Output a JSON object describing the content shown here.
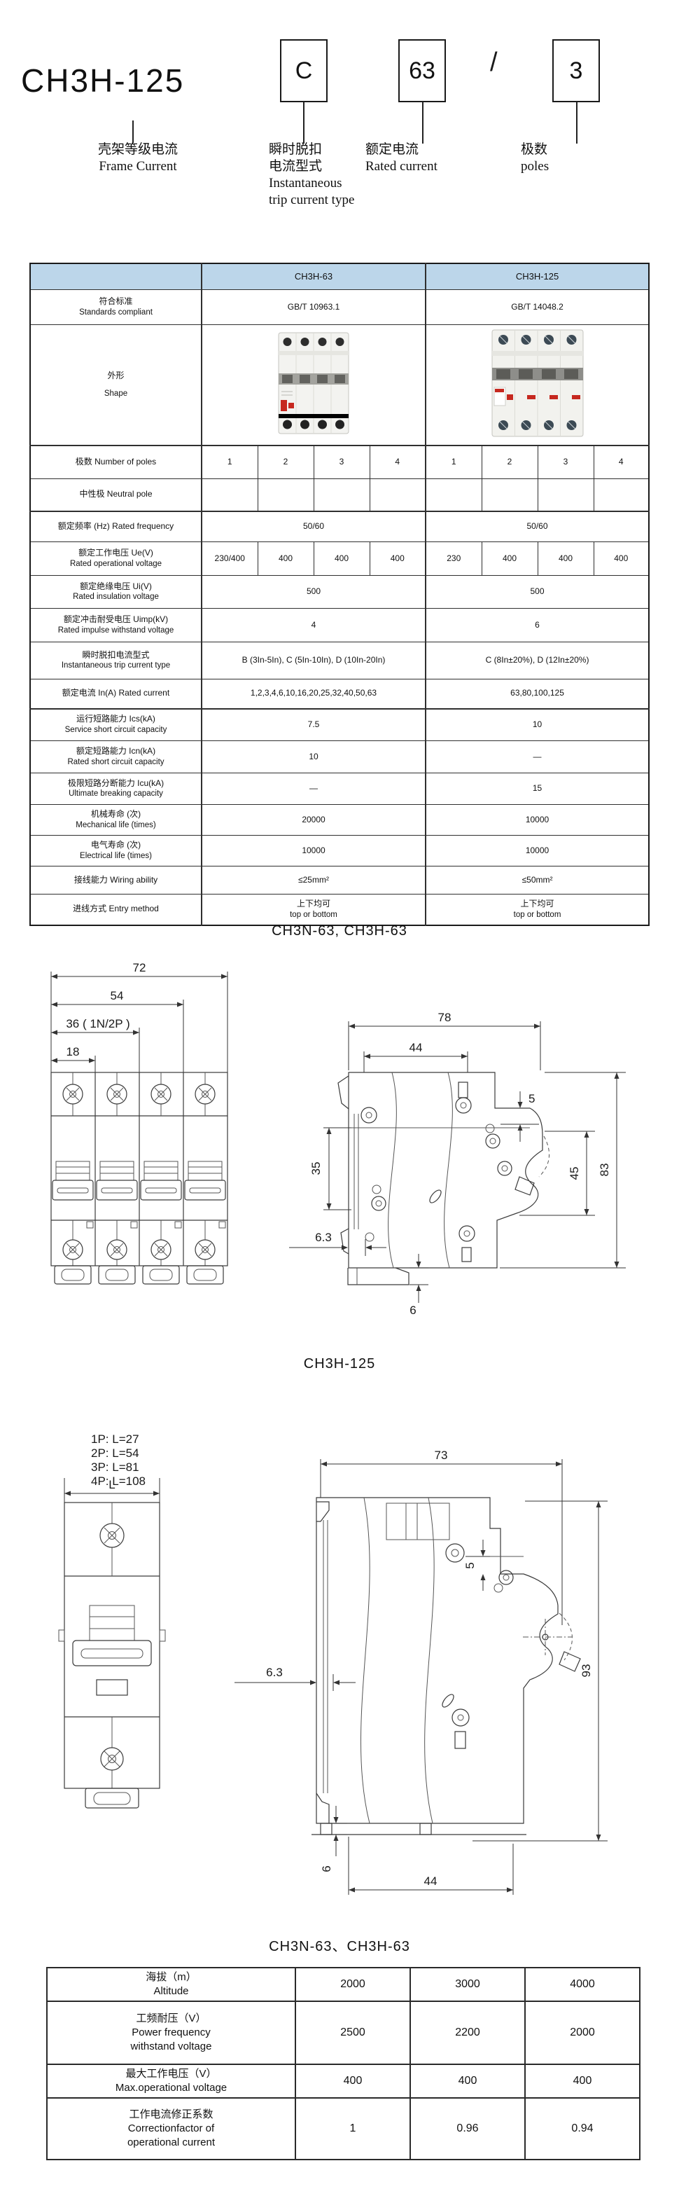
{
  "colors": {
    "header_blue": "#bcd6ea",
    "accent_red": "#c6281f"
  },
  "header": {
    "model": "CH3H-125",
    "box_c": "C",
    "box_current": "63",
    "slash": "/",
    "box_poles": "3",
    "annotations": [
      {
        "lines": [
          "壳架等级电流",
          "Frame Current"
        ]
      },
      {
        "lines": [
          "瞬时脱扣",
          "电流型式",
          "Instantaneous",
          "trip current type"
        ]
      },
      {
        "lines": [
          "额定电流",
          "Rated current"
        ]
      },
      {
        "lines": [
          "极数",
          "poles"
        ]
      }
    ]
  },
  "spec": {
    "header": {
      "col63": "CH3H-63",
      "col125": "CH3H-125"
    },
    "rows": {
      "standards": {
        "zh": "符合标准",
        "en": "Standards compliant",
        "v63": "GB/T 10963.1",
        "v125": "GB/T 14048.2"
      },
      "shape": {
        "zh": "外形",
        "en": "Shape"
      },
      "poles": {
        "label": "极数 Number of poles",
        "cells": [
          "1",
          "2",
          "3",
          "4",
          "1",
          "2",
          "3",
          "4"
        ]
      },
      "neutral": {
        "label": "中性极 Neutral pole"
      },
      "frequency": {
        "label": "额定频率 (Hz) Rated frequency",
        "v63": "50/60",
        "v125": "50/60"
      },
      "ue": {
        "zh": "额定工作电压 Ue(V)",
        "en": "Rated operational voltage",
        "cells": [
          "230/400",
          "400",
          "400",
          "400",
          "230",
          "400",
          "400",
          "400"
        ]
      },
      "ui": {
        "zh": "额定绝缘电压 Ui(V)",
        "en": "Rated insulation voltage",
        "v63": "500",
        "v125": "500"
      },
      "uimp": {
        "zh": "额定冲击耐受电压 Uimp(kV)",
        "en": "Rated impulse withstand voltage",
        "v63": "4",
        "v125": "6"
      },
      "trip": {
        "zh": "瞬时脱扣电流型式",
        "en": "Instantaneous trip current type",
        "v63": "B (3In-5In), C (5In-10In), D (10In-20In)",
        "v125": "C (8In±20%), D (12In±20%)"
      },
      "current": {
        "label": "额定电流 In(A) Rated current",
        "v63": "1,2,3,4,6,10,16,20,25,32,40,50,63",
        "v125": "63,80,100,125"
      },
      "ics": {
        "zh": "运行短路能力 Ics(kA)",
        "en": "Service short circuit capacity",
        "v63": "7.5",
        "v125": "10"
      },
      "icn": {
        "zh": "额定短路能力 Icn(kA)",
        "en": "Rated short circuit capacity",
        "v63": "10",
        "v125": "—"
      },
      "icu": {
        "zh": "极限短路分断能力 Icu(kA)",
        "en": "Ultimate breaking capacity",
        "v63": "—",
        "v125": "15"
      },
      "mech": {
        "zh": "机械寿命 (次)",
        "en": "Mechanical life (times)",
        "v63": "20000",
        "v125": "10000"
      },
      "elec": {
        "zh": "电气寿命 (次)",
        "en": "Electrical life (times)",
        "v63": "10000",
        "v125": "10000"
      },
      "wiring": {
        "label": "接线能力 Wiring ability",
        "v63": "≤25mm²",
        "v125": "≤50mm²"
      },
      "entry": {
        "label": "进线方式 Entry method",
        "zh_value": "上下均可",
        "en_value": "top or bottom"
      }
    }
  },
  "drawings": {
    "d63": {
      "heading": "CH3N-63, CH3H-63",
      "front": {
        "dim72": "72",
        "dim54": "54",
        "dim36": "36 ( 1N/2P )",
        "dim18": "18"
      },
      "side": {
        "dim78": "78",
        "dim44": "44",
        "dim5": "5",
        "dim35": "35",
        "dim45": "45",
        "dim83": "83",
        "dim63": "6.3",
        "dim6": "6"
      }
    },
    "d125": {
      "heading": "CH3H-125",
      "pole_lengths": [
        "1P: L=27",
        "2P: L=54",
        "3P: L=81",
        "4P: L=108"
      ],
      "front": {
        "dimL": "L"
      },
      "side": {
        "dim73": "73",
        "dim5": "5",
        "dim63": "6.3",
        "dim93": "93",
        "dim6": "6",
        "dim44": "44"
      }
    }
  },
  "altitude": {
    "heading": "CH3N-63、CH3H-63",
    "rows": [
      {
        "zh": "海拔（m）",
        "en": [
          "Altitude"
        ],
        "values": [
          "2000",
          "3000",
          "4000"
        ]
      },
      {
        "zh": "工频耐压（V）",
        "en": [
          "Power frequency",
          "withstand voltage"
        ],
        "values": [
          "2500",
          "2200",
          "2000"
        ]
      },
      {
        "zh": "最大工作电压（V）",
        "en": [
          "Max.operational voltage"
        ],
        "values": [
          "400",
          "400",
          "400"
        ]
      },
      {
        "zh": "工作电流修正系数",
        "en": [
          "Correctionfactor of",
          "operational current"
        ],
        "values": [
          "1",
          "0.96",
          "0.94"
        ]
      }
    ]
  }
}
